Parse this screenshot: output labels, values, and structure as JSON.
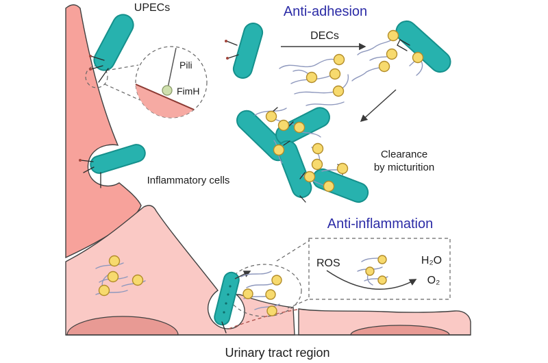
{
  "figure": {
    "labels": {
      "upecs": "UPECs",
      "anti_adhesion": "Anti-adhesion",
      "decs": "DECs",
      "clearance_line1": "Clearance",
      "clearance_line2": "by micturition",
      "inflammatory_cells": "Inflammatory cells",
      "anti_inflammation": "Anti-inflammation",
      "ros": "ROS",
      "h2o": "H₂O",
      "o2": "O₂",
      "pili": "Pili",
      "fimh": "FimH",
      "caption": "Urinary tract region"
    },
    "colors": {
      "accent_blue": "#2b2ba6",
      "bacteria_teal": "#27b2ae",
      "bacteria_outline": "#15908c",
      "tissue_pink": "#f7a29b",
      "tissue_pink_light": "#fac9c5",
      "tissue_pink_dark": "#e89a94",
      "bead_yellow": "#f7da6e",
      "bead_outline": "#b28c2a",
      "polymer_blue": "#8e98bd",
      "outline_dark": "#404040",
      "fimh_green": "#cfe0ad"
    }
  }
}
